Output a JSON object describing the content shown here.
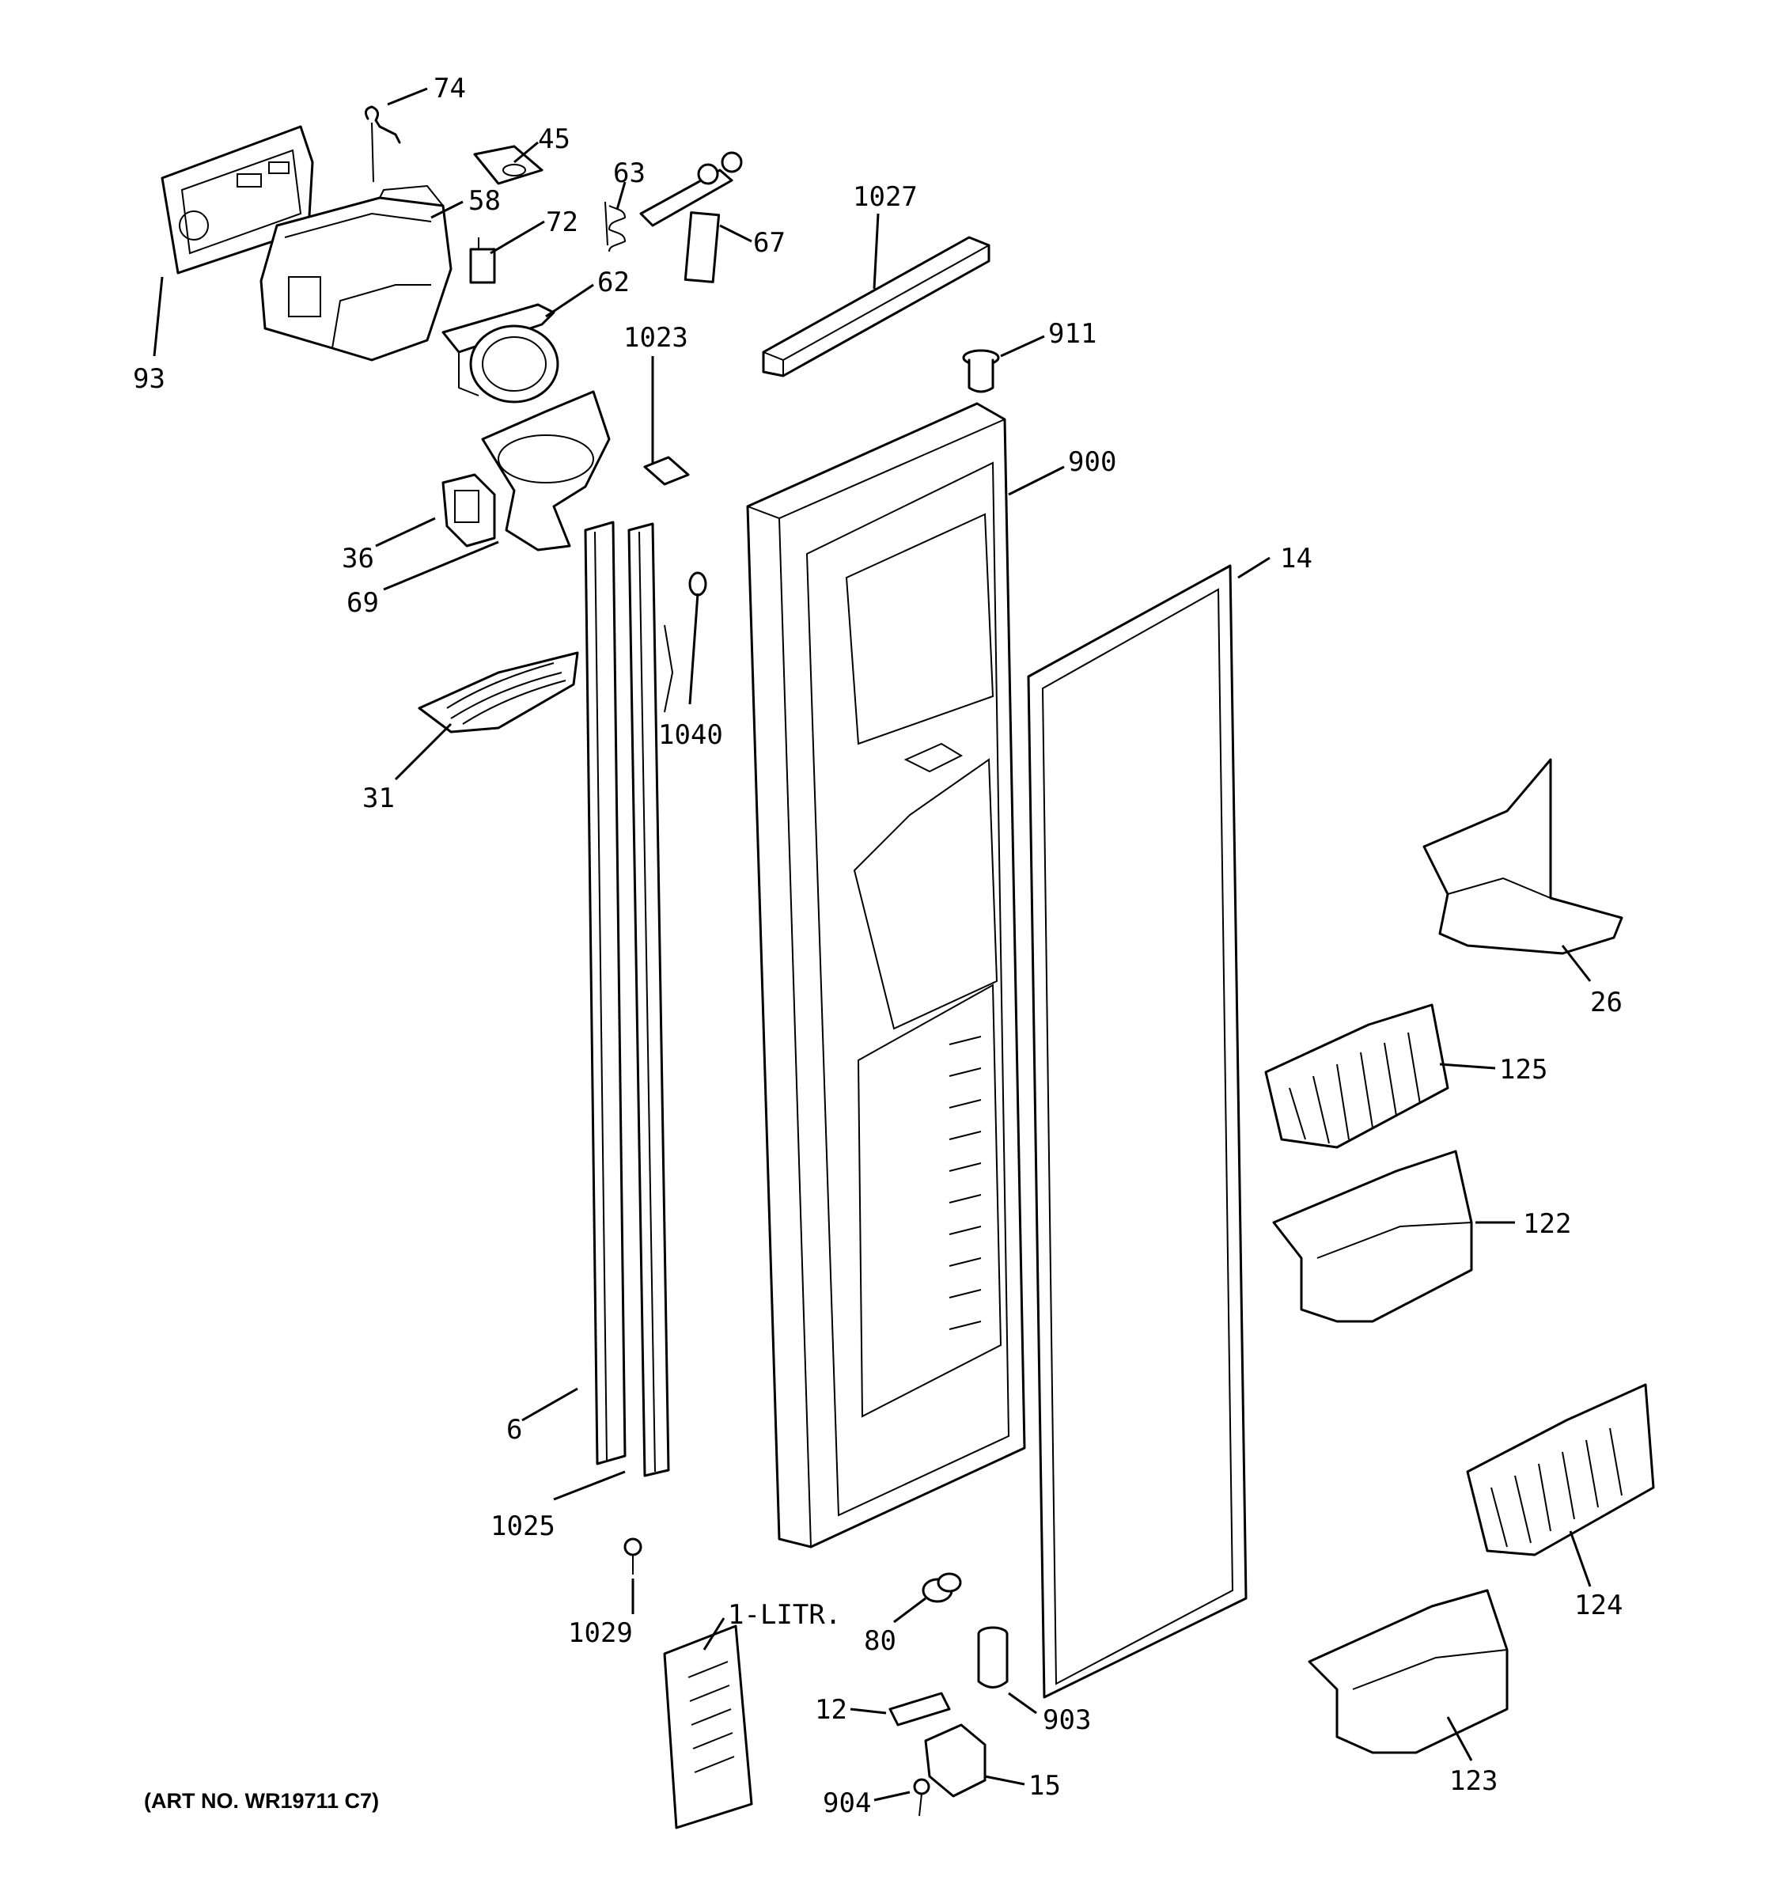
{
  "labels": {
    "p74": "74",
    "p45": "45",
    "p58": "58",
    "p63": "63",
    "p72": "72",
    "p67": "67",
    "p1027": "1027",
    "p62": "62",
    "p93": "93",
    "p1023": "1023",
    "p911": "911",
    "p900": "900",
    "p36": "36",
    "p69": "69",
    "p14": "14",
    "p1040": "1040",
    "p31": "31",
    "p26": "26",
    "p125": "125",
    "p122": "122",
    "p6": "6",
    "p1025": "1025",
    "p124": "124",
    "p1029": "1029",
    "p1litr": "1-LITR.",
    "p80": "80",
    "p12": "12",
    "p903": "903",
    "p123": "123",
    "p904": "904",
    "p15": "15"
  },
  "footer": {
    "art_no": "(ART NO. WR19711 C7)"
  }
}
